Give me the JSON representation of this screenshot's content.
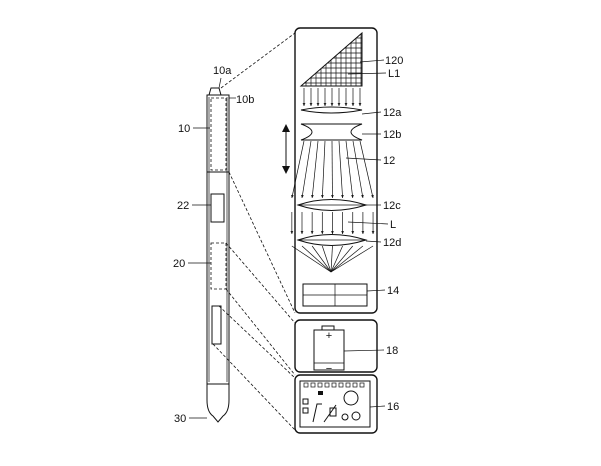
{
  "labels": {
    "l10a": "10a",
    "l10b": "10b",
    "l10": "10",
    "l22": "22",
    "l20": "20",
    "l30": "30",
    "l120": "120",
    "lL1": "L1",
    "l12a": "12a",
    "l12b": "12b",
    "l12": "12",
    "l12c": "12c",
    "lL": "L",
    "l12d": "12d",
    "l14": "14",
    "l18": "18",
    "l16": "16"
  },
  "symbols": {
    "battery_plus": "+",
    "battery_minus": "−"
  }
}
